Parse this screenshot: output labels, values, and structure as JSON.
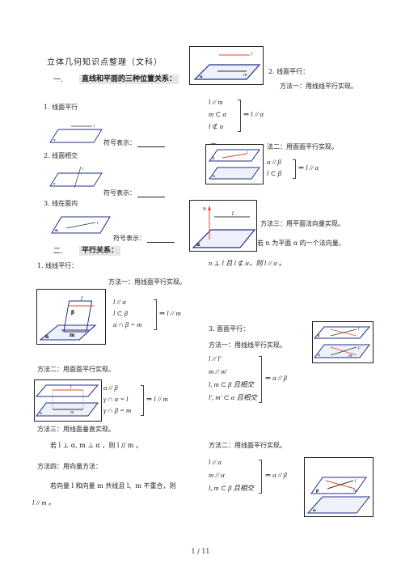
{
  "doc": {
    "title": "立体几何知识点整理（文科）",
    "page_number": "1 / 11"
  },
  "section1": {
    "num": "一.",
    "heading": "直线和平面的三种位置关系：",
    "items": [
      {
        "label": "1. 线面平行",
        "symbol_label": "符号表示："
      },
      {
        "label": "2. 线面相交",
        "symbol_label": "符号表示："
      },
      {
        "label": "3. 线在面内",
        "symbol_label": "符号表示："
      }
    ]
  },
  "section2": {
    "num": "二.",
    "heading": "平行关系：",
    "line_parallel": {
      "label": "1.  线线平行：",
      "m1": "方法一：用线面平行实现。",
      "m1_formula": [
        "l // α",
        "l ⊂ β",
        "α ∩ β = m"
      ],
      "m1_result": "⇒ l // m",
      "m2": "方法二：用面面平行实现。",
      "m2_formula": [
        "α // β",
        "γ ∩ α = l",
        "γ ∩ β = m"
      ],
      "m2_result": "⇒ l // m",
      "m3": "方法三：用线面垂直实现。",
      "m3_text": "若 l ⊥ α, m ⊥ α ，则 l // m 。",
      "m4": "方法四：用向量方法：",
      "m4_text1": "若向量 l 和向量 m 共线且 l、m 不重合，则",
      "m4_text2": "l // m 。"
    },
    "line_plane_parallel": {
      "label": "2.  线面平行：",
      "m1": "方法一：用线线平行实现。",
      "m1_formula": [
        "l // m",
        "m ⊂ α",
        "l ⊄ α"
      ],
      "m1_result": "⇒ l // α",
      "m2_prefix": "方",
      "m2": "法二：用面面平行实现。",
      "m2_formula": [
        "α // β",
        "l ⊂ β"
      ],
      "m2_result": "⇒ l // α",
      "m3": "方法三：用平面法向量实现。",
      "m3_text": "若 n 为平面 α 的一个法向量，",
      "m3_text2": "n ⊥ l 且 l ⊄ α，则 l // α 。"
    },
    "plane_parallel": {
      "label": "3.   面面平行：",
      "m1": "方法一：用线线平行实现。",
      "m1_formula": [
        "l // l'",
        "m // m'",
        "l, m ⊂ β 且相交",
        "l', m' ⊂ α 且相交"
      ],
      "m1_result": "⇒ α // β",
      "m2": "方法二：用线面平行实现。",
      "m2_formula": [
        "l // α",
        "m // α",
        "l, m ⊂ β 且相交"
      ],
      "m2_result": "⇒ α // β"
    }
  },
  "figure_labels": {
    "l": "l",
    "m": "m",
    "alpha": "α",
    "beta": "β",
    "n": "n",
    "lp": "l'",
    "mp": "m'"
  },
  "colors": {
    "plane_stroke": "#1f2f86",
    "line": "#e04a2c",
    "heading_bg": "#e5e5e5"
  }
}
